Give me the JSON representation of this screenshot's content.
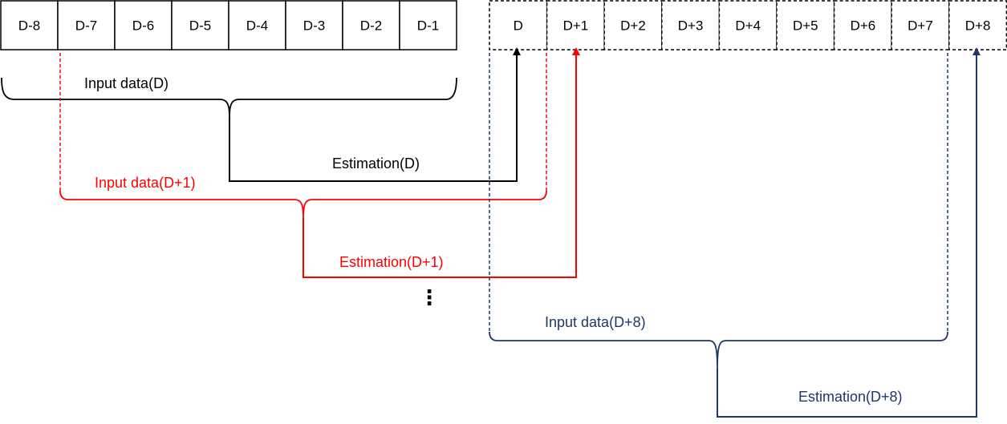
{
  "past_cells": [
    "D-8",
    "D-7",
    "D-6",
    "D-5",
    "D-4",
    "D-3",
    "D-2",
    "D-1"
  ],
  "future_cells": [
    "D",
    "D+1",
    "D+2",
    "D+3",
    "D+4",
    "D+5",
    "D+6",
    "D+7",
    "D+8"
  ],
  "groups": [
    {
      "input_label": "Input data(D)",
      "estimation_label": "Estimation(D)",
      "color": "#000000"
    },
    {
      "input_label": "Input data(D+1)",
      "estimation_label": "Estimation(D+1)",
      "color": "#ff0000"
    },
    {
      "input_label": "Input data(D+8)",
      "estimation_label": "Estimation(D+8)",
      "color": "#1f3864"
    }
  ],
  "ellipsis": "⋮"
}
